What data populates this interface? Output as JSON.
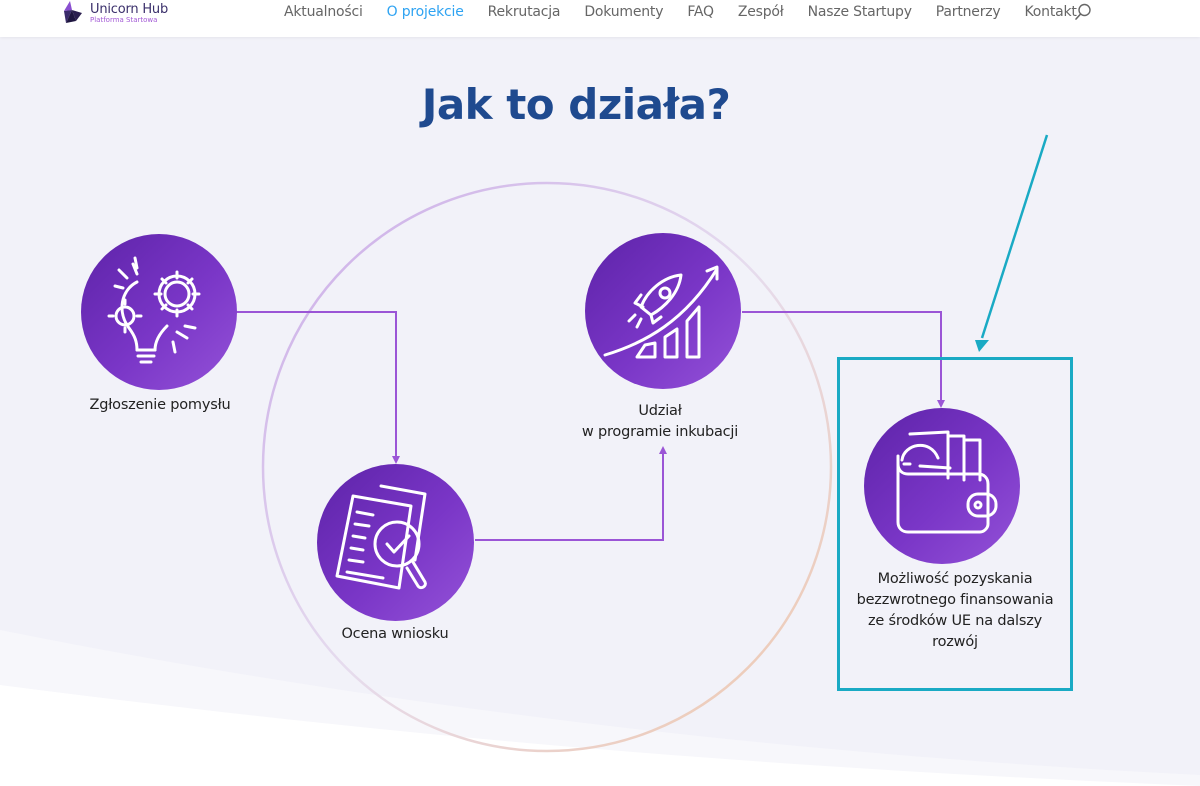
{
  "header": {
    "logo": {
      "title": "Unicorn Hub",
      "subtitle": "Platforma Startowa"
    },
    "nav": [
      {
        "label": "Aktualności",
        "active": false
      },
      {
        "label": "O projekcie",
        "active": true
      },
      {
        "label": "Rekrutacja",
        "active": false
      },
      {
        "label": "Dokumenty",
        "active": false
      },
      {
        "label": "FAQ",
        "active": false
      },
      {
        "label": "Zespół",
        "active": false
      },
      {
        "label": "Nasze Startupy",
        "active": false
      },
      {
        "label": "Partnerzy",
        "active": false
      },
      {
        "label": "Kontakt",
        "active": false
      }
    ],
    "search_icon": "search-icon"
  },
  "main": {
    "title": "Jak to działa?",
    "steps": [
      {
        "label": "Zgłoszenie pomysłu",
        "icon": "lightbulb-gears-icon"
      },
      {
        "label": "Ocena wniosku",
        "icon": "document-magnifier-check-icon"
      },
      {
        "label_line1": "Udział",
        "label_line2": "w programie inkubacji",
        "icon": "rocket-growth-chart-icon"
      },
      {
        "label_line1": "Możliwość pozyskania",
        "label_line2": "bezzwrotnego finansowania",
        "label_line3": "ze środków UE na dalszy",
        "label_line4": "rozwój",
        "icon": "wallet-money-icon"
      }
    ]
  },
  "colors": {
    "accent_nav": "#2ea3f2",
    "title": "#1f4a8f",
    "node_purple": "#7a36c7",
    "connector": "#9b55d6",
    "highlight": "#1aaac4"
  }
}
